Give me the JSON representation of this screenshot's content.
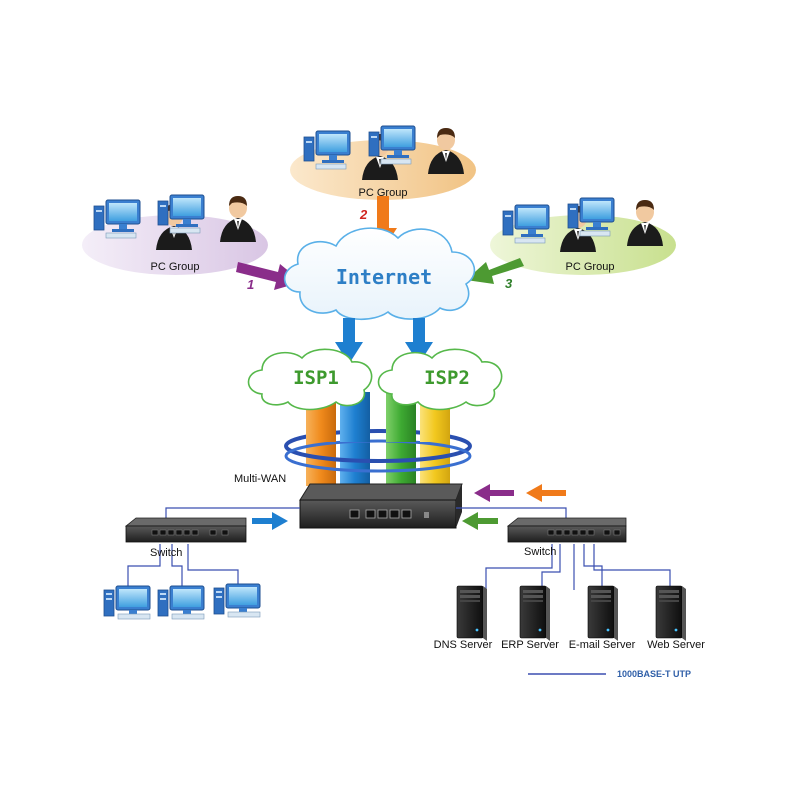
{
  "pc_groups": [
    {
      "label": "PC Group",
      "number": "1"
    },
    {
      "label": "PC Group",
      "number": "2"
    },
    {
      "label": "PC Group",
      "number": "3"
    }
  ],
  "internet": {
    "label": "Internet"
  },
  "isps": [
    {
      "label": "ISP1"
    },
    {
      "label": "ISP2"
    }
  ],
  "router": {
    "label": "Multi-WAN"
  },
  "switches": [
    {
      "label": "Switch"
    },
    {
      "label": "Switch"
    }
  ],
  "servers": [
    {
      "label": "DNS Server"
    },
    {
      "label": "ERP Server"
    },
    {
      "label": "E-mail Server"
    },
    {
      "label": "Web Server"
    }
  ],
  "legend": {
    "label": "1000BASE-T UTP",
    "color": "#3b4fb0"
  },
  "colors": {
    "group1": "#e6d7ec",
    "group2": "#f5d3a4",
    "group3": "#dbeab6",
    "arrow1": "#8a2d8a",
    "arrow2": "#f07a1a",
    "arrow3": "#5aa63a",
    "cloud_text": "#2e7fc6",
    "isp_text": "#3e9a2e",
    "bar_orange": "#f08a1c",
    "bar_blue": "#1e7fd0",
    "bar_green": "#3eaa32",
    "bar_yellow": "#f2c81e"
  }
}
